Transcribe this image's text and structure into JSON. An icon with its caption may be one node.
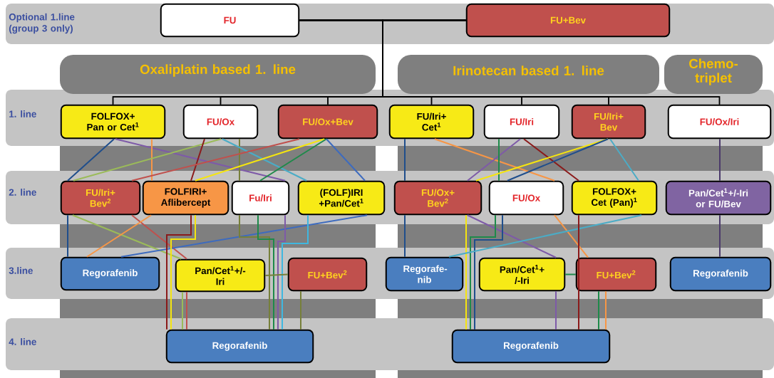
{
  "diagram": {
    "nodes": [
      {
        "text": [
          "FU"
        ]
      },
      {
        "text": [
          "FU+Bev"
        ]
      },
      {
        "text": [
          "Oxaliplatin based 1. line"
        ]
      },
      {
        "text": [
          "Irinotecan based 1. line"
        ]
      },
      {
        "text": [
          "Chemo- triplet"
        ]
      },
      {
        "text": [
          "FOLFOX+ Pan or Cet$^{1}$"
        ]
      },
      {
        "text": [
          "FU/Ox"
        ]
      },
      {
        "text": [
          "FU/Ox+Bev"
        ]
      },
      {
        "text": [
          "FU/Iri+ Cet$^{1}$"
        ]
      },
      {
        "text": [
          "FU/Iri"
        ]
      },
      {
        "text": [
          "FU/Iri+ Bev"
        ]
      },
      {
        "text": [
          "FU/Ox/Iri"
        ]
      },
      {
        "text": [
          "FU/Iri+ Bev$^{2}$"
        ]
      },
      {
        "text": [
          "FOLFIRI+ Aflibercept"
        ]
      },
      {
        "text": [
          "Fu/Iri"
        ]
      },
      {
        "text": [
          "(FOLF)IRI +Pan/Cet$^{1}$"
        ]
      },
      {
        "text": [
          "FU/Ox+ Bev$^{2}$"
        ]
      },
      {
        "text": [
          "FU/Ox"
        ]
      },
      {
        "text": [
          "FOLFOX+ Cet (Pan)$^{1}$"
        ]
      },
      {
        "text": [
          "Pan/Cet$^{1}$+/-Iri or FU/Bev"
        ]
      },
      {
        "text": [
          "Regorafenib"
        ]
      },
      {
        "text": [
          "Pan/Cet$^{1}$+/- Iri"
        ]
      },
      {
        "text": [
          "FU+Bev$^{2}$"
        ]
      },
      {
        "text": [
          "Regorafe- nib"
        ]
      },
      {
        "text": [
          "Pan/Cet$^{1}$+ /-Iri"
        ]
      },
      {
        "text": [
          "FU+Bev$^{2}$"
        ]
      },
      {
        "text": [
          "Regorafenib"
        ]
      },
      {
        "text": [
          "Regorafenib"
        ]
      },
      {
        "text": [
          "Regorafenib"
        ]
      }
    ],
    "edges": [
      {
        "from": 0,
        "to": 1,
        "arrow": "none"
      },
      {
        "from": 0,
        "to": 5,
        "arrow": "none"
      },
      {
        "from": 0,
        "to": 6,
        "arrow": "none"
      },
      {
        "from": 0,
        "to": 7,
        "arrow": "none"
      },
      {
        "from": 0,
        "to": 8,
        "arrow": "none"
      },
      {
        "from": 0,
        "to": 9,
        "arrow": "none"
      },
      {
        "from": 0,
        "to": 10,
        "arrow": "none"
      },
      {
        "from": 0,
        "to": 11,
        "arrow": "none"
      },
      {
        "from": 1,
        "to": 5,
        "arrow": "none"
      },
      {
        "from": 1,
        "to": 6,
        "arrow": "none"
      },
      {
        "from": 1,
        "to": 7,
        "arrow": "none"
      },
      {
        "from": 1,
        "to": 8,
        "arrow": "none"
      },
      {
        "from": 1,
        "to": 9,
        "arrow": "none"
      },
      {
        "from": 1,
        "to": 10,
        "arrow": "none"
      },
      {
        "from": 1,
        "to": 11,
        "arrow": "none"
      },
      {
        "from": 5,
        "to": 12,
        "arrow": "none",
        "color": "#1f4e8c"
      },
      {
        "from": 5,
        "to": 14,
        "arrow": "none",
        "color": "#7e5aa8"
      },
      {
        "from": 5,
        "to": 13,
        "arrow": "none",
        "color": "#f79646"
      },
      {
        "from": 6,
        "to": 12,
        "arrow": "none",
        "color": "#9bbb59"
      },
      {
        "from": 6,
        "to": 13,
        "arrow": "none",
        "color": "#8b1a1a"
      },
      {
        "from": 6,
        "to": 14,
        "arrow": "none",
        "color": "#77803a"
      },
      {
        "from": 6,
        "to": 15,
        "arrow": "none",
        "color": "#4bacc6"
      },
      {
        "from": 7,
        "to": 12,
        "arrow": "none",
        "color": "#c0504d"
      },
      {
        "from": 7,
        "to": 13,
        "arrow": "none",
        "color": "#f5e50f"
      },
      {
        "from": 7,
        "to": 14,
        "arrow": "none",
        "color": "#1e8a4a"
      },
      {
        "from": 7,
        "to": 15,
        "arrow": "none",
        "color": "#3d6bbf"
      },
      {
        "from": 12,
        "to": 20,
        "arrow": "none",
        "color": "#1f4e8c"
      },
      {
        "from": 12,
        "to": 21,
        "arrow": "none",
        "color": "#9bbb59"
      },
      {
        "from": 12,
        "to": 21,
        "arrow": "none",
        "color": "#c0504d"
      },
      {
        "from": 13,
        "to": 20,
        "arrow": "none",
        "color": "#f79646"
      },
      {
        "from": 15,
        "to": 20,
        "arrow": "none",
        "color": "#3d6bbf"
      },
      {
        "from": 13,
        "to": 27,
        "arrow": "none",
        "color": "#8b1a1a"
      },
      {
        "from": 13,
        "to": 27,
        "arrow": "none",
        "color": "#f5e50f"
      },
      {
        "from": 14,
        "to": 27,
        "arrow": "none",
        "color": "#77803a"
      },
      {
        "from": 14,
        "to": 27,
        "arrow": "none",
        "color": "#1e8a4a"
      },
      {
        "from": 14,
        "to": 27,
        "arrow": "none",
        "color": "#7e5aa8"
      },
      {
        "from": 15,
        "to": 27,
        "arrow": "none",
        "color": "#3fb7e0"
      },
      {
        "from": 21,
        "to": 27,
        "arrow": "none",
        "color": "#9bbb59"
      },
      {
        "from": 21,
        "to": 27,
        "arrow": "none",
        "color": "#c0504d"
      },
      {
        "from": 21,
        "to": 22,
        "arrow": "none",
        "color": "#77803a"
      },
      {
        "from": 22,
        "to": 27,
        "arrow": "none",
        "color": "#77803a"
      },
      {
        "from": 8,
        "to": 16,
        "arrow": "none",
        "color": "#1f4e8c"
      },
      {
        "from": 8,
        "to": 17,
        "arrow": "none",
        "color": "#f79646"
      },
      {
        "from": 9,
        "to": 16,
        "arrow": "none",
        "color": "#7e5aa8"
      },
      {
        "from": 9,
        "to": 17,
        "arrow": "none",
        "color": "#1e8a4a"
      },
      {
        "from": 9,
        "to": 18,
        "arrow": "none",
        "color": "#8b1a1a"
      },
      {
        "from": 10,
        "to": 16,
        "arrow": "none",
        "color": "#f5e50f"
      },
      {
        "from": 10,
        "to": 17,
        "arrow": "none",
        "color": "#1f4e8c"
      },
      {
        "from": 10,
        "to": 18,
        "arrow": "none",
        "color": "#4bacc6"
      },
      {
        "from": 11,
        "to": 19,
        "arrow": "none",
        "color": "#4b3a6b"
      },
      {
        "from": 16,
        "to": 23,
        "arrow": "none",
        "color": "#1f4e8c"
      },
      {
        "from": 16,
        "to": 24,
        "arrow": "none",
        "color": "#7e5aa8"
      },
      {
        "from": 16,
        "to": 28,
        "arrow": "none",
        "color": "#f5e50f"
      },
      {
        "from": 17,
        "to": 28,
        "arrow": "none",
        "color": "#1e8a4a"
      },
      {
        "from": 17,
        "to": 28,
        "arrow": "none",
        "color": "#1f4e8c"
      },
      {
        "from": 17,
        "to": 25,
        "arrow": "none",
        "color": "#f79646"
      },
      {
        "from": 18,
        "to": 23,
        "arrow": "none",
        "color": "#4bacc6"
      },
      {
        "from": 18,
        "to": 28,
        "arrow": "none",
        "color": "#8b1a1a"
      },
      {
        "from": 24,
        "to": 25,
        "arrow": "none",
        "color": "#1e8a4a"
      },
      {
        "from": 24,
        "to": 28,
        "arrow": "none",
        "color": "#7e5aa8"
      },
      {
        "from": 25,
        "to": 28,
        "arrow": "none",
        "color": "#1e8a4a"
      },
      {
        "from": 25,
        "to": 28,
        "arrow": "none",
        "color": "#f79646"
      },
      {
        "from": 19,
        "to": 26,
        "arrow": "none",
        "color": "#4b3a6b"
      }
    ],
    "labels": [
      "Optional 1.line (group 3 only)",
      "1. line",
      "2. line",
      "3.line",
      "4. line"
    ]
  }
}
